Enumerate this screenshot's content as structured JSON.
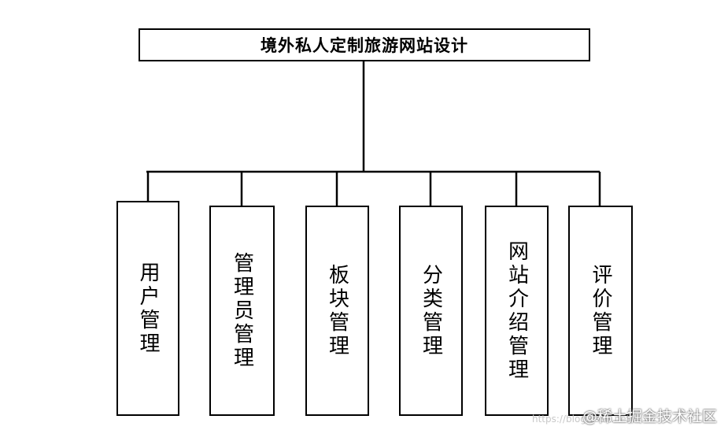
{
  "root": {
    "title": "境外私人定制旅游网站设计"
  },
  "modules": [
    {
      "label": "用户管理"
    },
    {
      "label": "管理员管理"
    },
    {
      "label": "板块管理"
    },
    {
      "label": "分类管理"
    },
    {
      "label": "网站介绍管理"
    },
    {
      "label": "评价管理"
    }
  ],
  "watermark": {
    "text": "@稀土掘金技术社区"
  },
  "faint_url": {
    "text": "https://blog.csdn.net/..."
  }
}
